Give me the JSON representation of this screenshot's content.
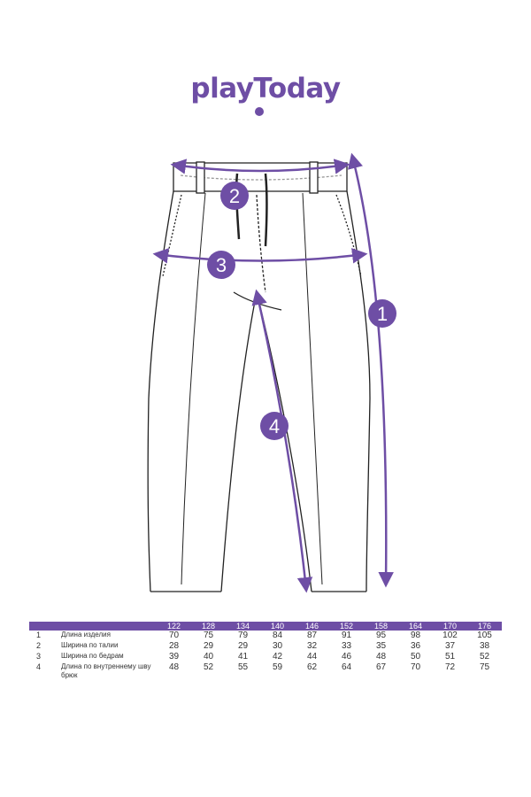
{
  "brand": {
    "logo_text": "playToday"
  },
  "markers": [
    "1",
    "2",
    "3",
    "4"
  ],
  "colors": {
    "accent": "#6e4ea5",
    "line": "#222222"
  },
  "size_table": {
    "sizes": [
      "122",
      "128",
      "134",
      "140",
      "146",
      "152",
      "158",
      "164",
      "170",
      "176"
    ],
    "rows": [
      {
        "num": "1",
        "name": "Длина изделия",
        "values": [
          "70",
          "75",
          "79",
          "84",
          "87",
          "91",
          "95",
          "98",
          "102",
          "105"
        ]
      },
      {
        "num": "2",
        "name": "Ширина по талии",
        "values": [
          "28",
          "29",
          "29",
          "30",
          "32",
          "33",
          "35",
          "36",
          "37",
          "38"
        ]
      },
      {
        "num": "3",
        "name": "Ширина по бедрам",
        "values": [
          "39",
          "40",
          "41",
          "42",
          "44",
          "46",
          "48",
          "50",
          "51",
          "52"
        ]
      },
      {
        "num": "4",
        "name": "Длина по внутреннему шву брюк",
        "values": [
          "48",
          "52",
          "55",
          "59",
          "62",
          "64",
          "67",
          "70",
          "72",
          "75"
        ]
      }
    ]
  }
}
